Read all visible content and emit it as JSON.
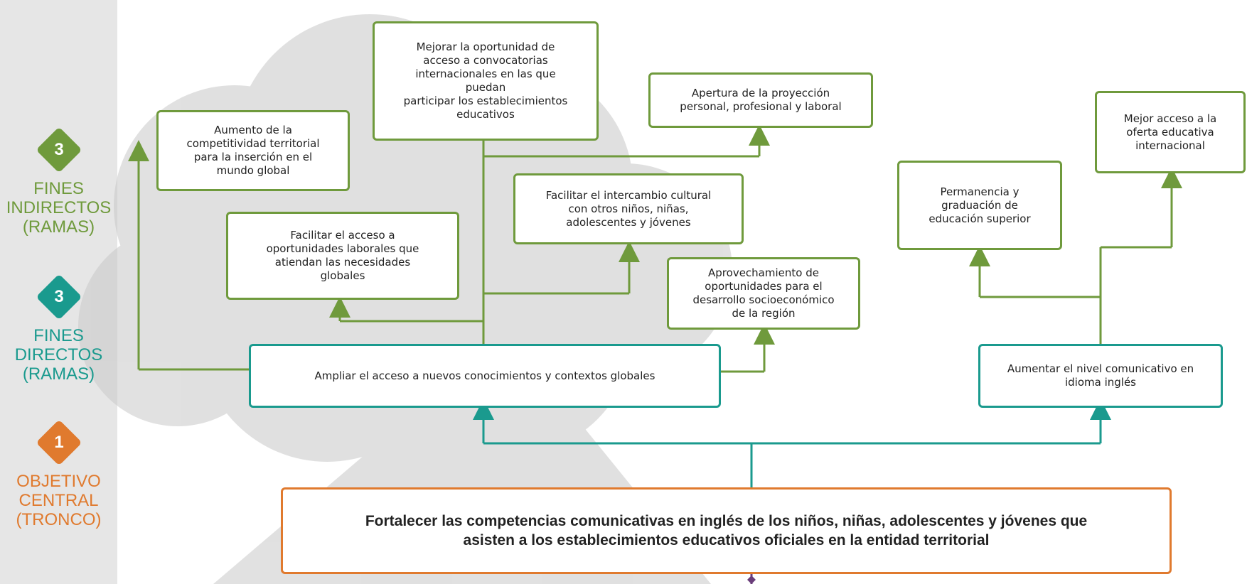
{
  "colors": {
    "green": "#6f9a3c",
    "teal": "#1a9a8e",
    "orange": "#e07a2e",
    "purple": "#6a3d7a"
  },
  "tiers": {
    "indirect": {
      "number": "3",
      "lines": [
        "FINES",
        "INDIRECTOS",
        "(RAMAS)"
      ]
    },
    "direct": {
      "number": "3",
      "lines": [
        "FINES",
        "DIRECTOS",
        "(RAMAS)"
      ]
    },
    "central": {
      "number": "1",
      "lines": [
        "OBJETIVO",
        "CENTRAL",
        "(TRONCO)"
      ]
    }
  },
  "indirect_ends": [
    {
      "id": "competitividad",
      "lines": [
        "Aumento de la",
        "competitividad territorial",
        "para la inserción en el",
        "mundo global"
      ]
    },
    {
      "id": "convocatorias",
      "lines": [
        "Mejorar la oportunidad de",
        "acceso a convocatorias",
        "internacionales en las que",
        "puedan",
        "participar los establecimientos",
        "educativos"
      ]
    },
    {
      "id": "proyeccion",
      "lines": [
        "Apertura de la  proyección",
        "personal, profesional y laboral"
      ]
    },
    {
      "id": "oferta",
      "lines": [
        "Mejor acceso a la",
        "oferta educativa",
        "internacional"
      ]
    },
    {
      "id": "laborales",
      "lines": [
        "Facilitar el acceso a",
        "oportunidades laborales que",
        "atiendan las necesidades",
        "globales"
      ]
    },
    {
      "id": "intercambio",
      "lines": [
        "Facilitar el intercambio cultural",
        "con otros niños, niñas,",
        "adolescentes y jóvenes"
      ]
    },
    {
      "id": "permanencia",
      "lines": [
        "Permanencia y",
        "graduación de",
        "educación superior"
      ]
    },
    {
      "id": "socioeconomico",
      "lines": [
        "Aprovechamiento de",
        "oportunidades para el",
        "desarrollo socioeconómico",
        "de la región"
      ]
    }
  ],
  "direct_ends": [
    {
      "id": "conocimientos",
      "lines": [
        "Ampliar el acceso a nuevos conocimientos y contextos globales"
      ]
    },
    {
      "id": "ingles",
      "lines": [
        "Aumentar el  nivel comunicativo en",
        "idioma inglés"
      ]
    }
  ],
  "central_objective": {
    "lines": [
      "Fortalecer las competencias comunicativas en inglés de los niños, niñas, adolescentes y jóvenes que",
      "asisten a los establecimientos educativos oficiales en la entidad territorial"
    ]
  }
}
